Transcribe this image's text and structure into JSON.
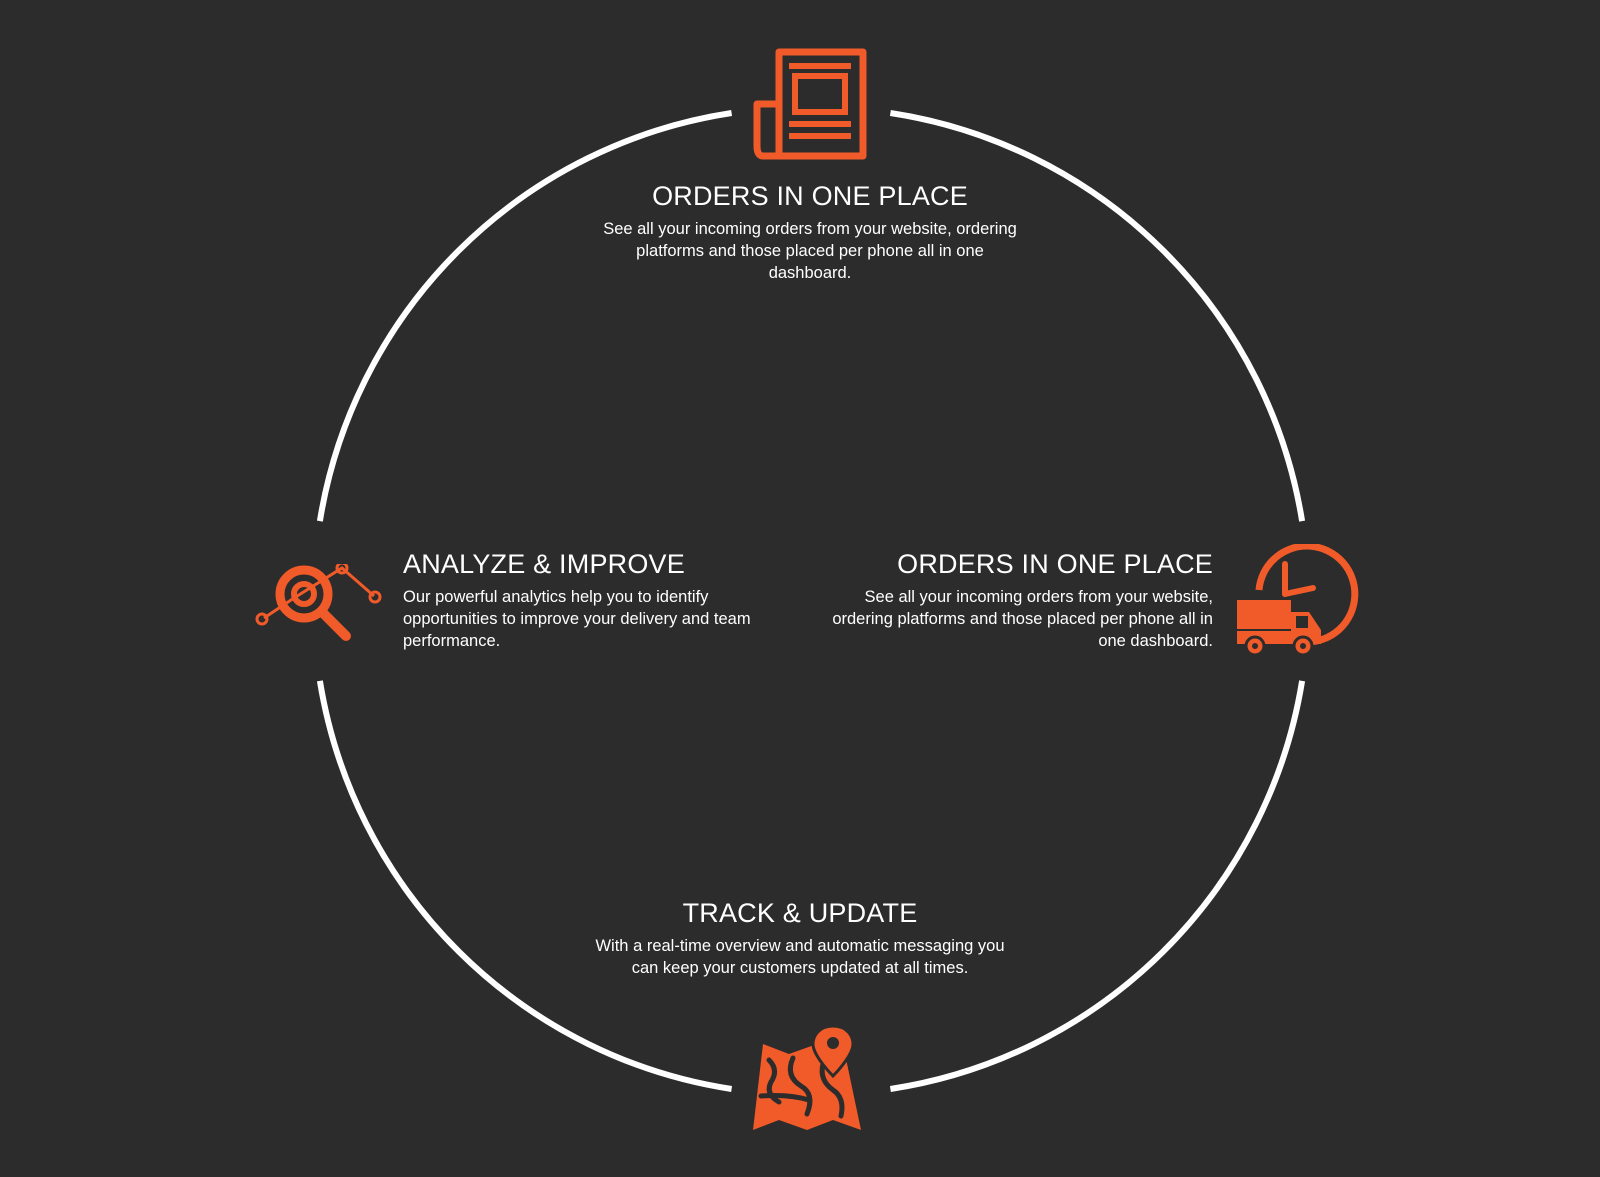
{
  "accent_color": "#f15a29",
  "ring_color": "#ffffff",
  "background_color": "#2c2c2c",
  "steps": [
    {
      "id": "top",
      "title": "ORDERS IN ONE PLACE",
      "description": "See all your incoming orders from your website, ordering platforms and those placed per phone all in one dashboard.",
      "icon": "newspaper-icon"
    },
    {
      "id": "right",
      "title": "ORDERS IN ONE PLACE",
      "description": "See all your incoming orders from your website, ordering platforms and those placed per phone all in one dashboard.",
      "icon": "delivery-truck-clock-icon"
    },
    {
      "id": "bottom",
      "title": "TRACK & UPDATE",
      "description": "With a real-time overview and automatic messaging you can keep your customers updated at all times.",
      "icon": "map-pin-icon"
    },
    {
      "id": "left",
      "title": "ANALYZE & IMPROVE",
      "description": "Our powerful analytics help you to identify opportunities to improve your delivery and team performance.",
      "icon": "analytics-magnifier-icon"
    }
  ]
}
